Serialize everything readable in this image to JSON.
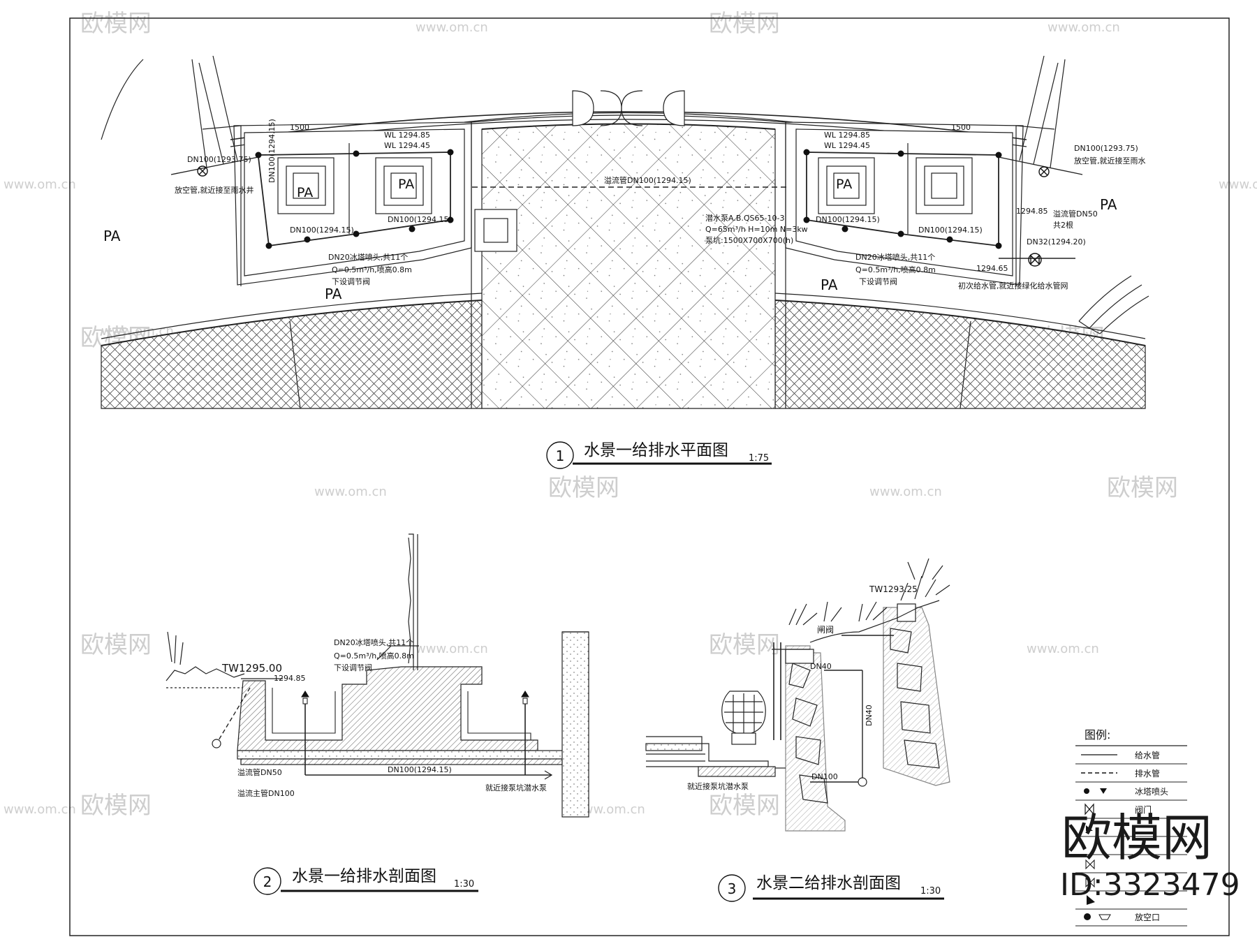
{
  "watermark": {
    "brand": "欧模网",
    "url": "www.om.cn"
  },
  "stamp": {
    "brand": "欧模网",
    "id": "ID:3323479"
  },
  "plan": {
    "title": "水景一给排水平面图",
    "scale": "1:75",
    "number": "1",
    "pa_labels": [
      "PA",
      "PA",
      "PA",
      "PA",
      "PA",
      "PA",
      "PA"
    ],
    "left_labels": {
      "dim": "1500",
      "wl1": "WL 1294.85",
      "wl2": "WL 1294.45",
      "dn100_left": "DN100(1293.75)",
      "vent": "放空管,就近接至雨水井",
      "dn100_a": "DN100(1294.15)",
      "dn100_b": "DN100(1294.15)",
      "dn100_c": "DN100(1294.15)",
      "nozzle": "DN20冰塔喷头,共11个",
      "flow": "Q=0.5m³/h,喷高0.8m",
      "valve": "下设调节阀"
    },
    "center_labels": {
      "overflow": "溢流管DN100(1294.15)",
      "pump1": "潜水泵A.B.QS65-10-3",
      "pump2": "Q=65m³/h H=10m N=3kw",
      "pump3": "泵坑:1500X700X700(h)"
    },
    "right_labels": {
      "dim": "1500",
      "wl1": "WL 1294.85",
      "wl2": "WL 1294.45",
      "dn100_right": "DN100(1293.75)",
      "vent": "放空管,就近接至雨水",
      "dn50": "溢流管DN50",
      "count": "共2根",
      "elev": "1294.85",
      "dn32": "DN32(1294.20)",
      "elev2": "1294.65",
      "supply": "初次给水管,就近接绿化给水管网",
      "dn100_a": "DN100(1294.15)",
      "dn100_b": "DN100(1294.15)",
      "nozzle": "DN20冰塔喷头,共11个",
      "flow": "Q=0.5m³/h,喷高0.8m",
      "valve": "下设调节阀"
    }
  },
  "section1": {
    "title": "水景一给排水剖面图",
    "scale": "1:30",
    "number": "2",
    "tw": "TW1295.00",
    "elev": "1294.85",
    "nozzle": "DN20冰塔喷头,共11个",
    "flow": "Q=0.5m³/h,喷高0.8m",
    "valve": "下设调节阀",
    "dn100": "DN100(1294.15)",
    "overflow": "溢流管DN50",
    "main": "溢流主管DN100",
    "pump": "就近接泵坑潜水泵"
  },
  "section2": {
    "title": "水景二给排水剖面图",
    "scale": "1:30",
    "number": "3",
    "tw": "TW1293.25",
    "valve": "闸阀",
    "dn40a": "DN40",
    "dn40b": "DN40",
    "dn100": "DN100",
    "pump": "就近接泵坑潜水泵"
  },
  "legend": {
    "title": "图例:",
    "items": [
      "给水管",
      "排水管",
      "冰塔喷头",
      "阀门",
      "",
      "",
      "",
      "",
      "放空口"
    ]
  }
}
